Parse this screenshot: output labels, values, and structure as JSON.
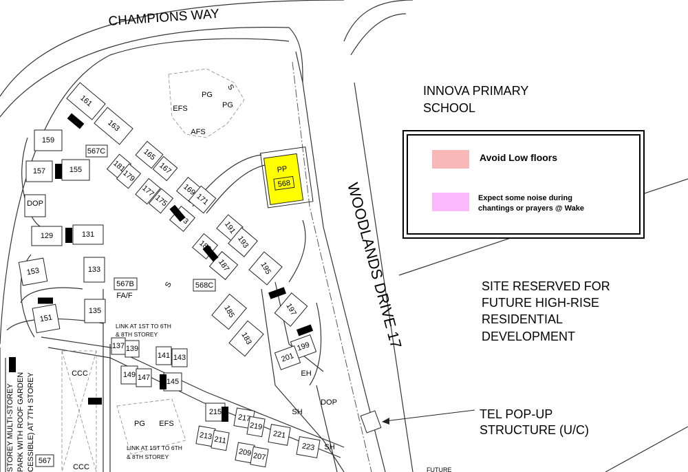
{
  "roads": {
    "champions_way": "CHAMPIONS WAY",
    "woodlands_drive": "WOODLANDS DRIVE 17"
  },
  "school": {
    "line1": "INNOVA PRIMARY",
    "line2": "SCHOOL"
  },
  "site_reserved": [
    "SITE RESERVED FOR",
    "FUTURE HIGH-RISE",
    "RESIDENTIAL",
    "DEVELOPMENT"
  ],
  "tel": {
    "line1": "TEL POP-UP",
    "line2": "STRUCTURE (U/C)"
  },
  "future": "FUTURE",
  "legend": {
    "items": [
      {
        "label": "Avoid Low floors",
        "color": "#f8b8b8"
      },
      {
        "label_lines": [
          "Expect some noise during",
          "chantings or prayers @ Wake"
        ],
        "color": "#fcb8fc"
      }
    ]
  },
  "zone_colors": {
    "avoid": "#f8b8b8",
    "noise": "#f4b4f4",
    "pp": "#ffff00",
    "none": "#ffffff"
  },
  "pp": {
    "label": "PP",
    "number": "568"
  },
  "precincts": [
    "567C",
    "567B",
    "568C",
    "567"
  ],
  "facilities": [
    "PG",
    "PG",
    "EFS",
    "AFS",
    "S",
    "S",
    "DOP",
    "DOP",
    "FA/F",
    "CCC",
    "CCC",
    "PG",
    "EFS",
    "SH",
    "SH",
    "EH"
  ],
  "links": [
    {
      "line1": "LINK AT 1ST TO 6TH",
      "line2": "& 8TH STOREY"
    },
    {
      "line1": "LINK AT 1ST TO 6TH",
      "line2": "& 8TH STOREY"
    }
  ],
  "carpark": [
    "STOREY MULTI-STOREY",
    "PARK WITH ROOF GARDEN",
    "CESSIBLE)  AT 7TH STOREY"
  ],
  "blocks": [
    {
      "label": "161",
      "zone": "none"
    },
    {
      "label": "163",
      "zone": "none"
    },
    {
      "label": "159",
      "zone": "none"
    },
    {
      "label": "157",
      "zone": "none"
    },
    {
      "label": "155",
      "zone": "none"
    },
    {
      "label": "129",
      "zone": "none"
    },
    {
      "label": "131",
      "zone": "none"
    },
    {
      "label": "153",
      "zone": "none"
    },
    {
      "label": "133",
      "zone": "none"
    },
    {
      "label": "135",
      "zone": "none"
    },
    {
      "label": "151",
      "zone": "none"
    },
    {
      "label": "165",
      "zone": "none"
    },
    {
      "label": "167",
      "zone": "none"
    },
    {
      "label": "181",
      "zone": "none"
    },
    {
      "label": "179",
      "zone": "none"
    },
    {
      "label": "177",
      "zone": "none"
    },
    {
      "label": "175",
      "zone": "none"
    },
    {
      "label": "169",
      "zone": "noise"
    },
    {
      "label": "171",
      "zone": "avoid"
    },
    {
      "label": "173",
      "zone": "noise"
    },
    {
      "label": "191",
      "zone": "avoid"
    },
    {
      "label": "193",
      "zone": "avoid"
    },
    {
      "label": "189",
      "zone": "noise"
    },
    {
      "label": "187",
      "zone": "none"
    },
    {
      "label": "195",
      "zone": "avoid"
    },
    {
      "label": "185",
      "zone": "none"
    },
    {
      "label": "183",
      "zone": "none"
    },
    {
      "label": "197",
      "zone": "none"
    },
    {
      "label": "199",
      "zone": "none"
    },
    {
      "label": "201",
      "zone": "none"
    },
    {
      "label": "137",
      "zone": "none"
    },
    {
      "label": "139",
      "zone": "none"
    },
    {
      "label": "141",
      "zone": "none"
    },
    {
      "label": "143",
      "zone": "none"
    },
    {
      "label": "149",
      "zone": "none"
    },
    {
      "label": "147",
      "zone": "none"
    },
    {
      "label": "145",
      "zone": "none"
    },
    {
      "label": "215",
      "zone": "none"
    },
    {
      "label": "217",
      "zone": "none"
    },
    {
      "label": "219",
      "zone": "none"
    },
    {
      "label": "221",
      "zone": "none"
    },
    {
      "label": "213",
      "zone": "none"
    },
    {
      "label": "211",
      "zone": "none"
    },
    {
      "label": "209",
      "zone": "none"
    },
    {
      "label": "207",
      "zone": "none"
    },
    {
      "label": "223",
      "zone": "none"
    }
  ]
}
